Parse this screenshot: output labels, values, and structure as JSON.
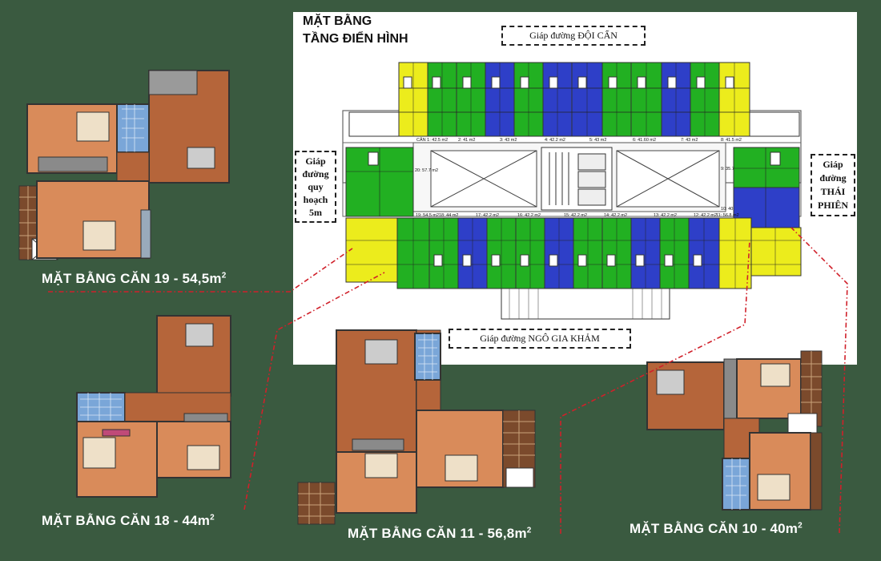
{
  "title": {
    "line1": "MẶT BẰNG",
    "line2": "TẦNG ĐIỂN HÌNH"
  },
  "roads": {
    "top": "Giáp đường ĐỘI CẤN",
    "bottom": "Giáp đường NGÔ GIA KHẢM",
    "left": [
      "Giáp",
      "đường",
      "quy",
      "hoạch",
      "5m"
    ],
    "right": [
      "Giáp",
      "đường",
      "THÁI",
      "PHIÊN"
    ]
  },
  "unit_labels_top": [
    "CĂN 1: 42.5 m2",
    "2: 41 m2",
    "3: 43 m2",
    "4: 42.2 m2",
    "5: 43 m2",
    "6: 41.60 m2",
    "7: 43 m2",
    "8: 41.5 m2"
  ],
  "unit_labels_bottom": [
    "19: 54.5 m2",
    "18: 44 m2",
    "17: 42.2 m2",
    "16: 42.2 m2",
    "15: 42.2 m2",
    "14: 42.2 m2",
    "13: 42.2 m2",
    "12: 42.2 m2",
    "11: 56.8 m2"
  ],
  "unit_labels_side": {
    "left": "20: 57.7 m2",
    "right_top": "9: 35.7",
    "right_bottom": "10: 40"
  },
  "plans": {
    "can19": {
      "label": "MẶT BẰNG CĂN 19 - 54,5m",
      "sup": "2"
    },
    "can18": {
      "label": "MẶT BẰNG CĂN 18 - 44m",
      "sup": "2"
    },
    "can11": {
      "label": "MẶT BẰNG CĂN 11 - 56,8m",
      "sup": "2"
    },
    "can10": {
      "label": "MẶT BẰNG CĂN 10 - 40m",
      "sup": "2"
    }
  },
  "colors": {
    "background": "#3a5a40",
    "yellow": "#ecec1c",
    "green": "#22b022",
    "blue": "#2e3fc8",
    "wood": "#b5653a",
    "bath": "#7aa6d8",
    "leader": "#d0202a"
  }
}
